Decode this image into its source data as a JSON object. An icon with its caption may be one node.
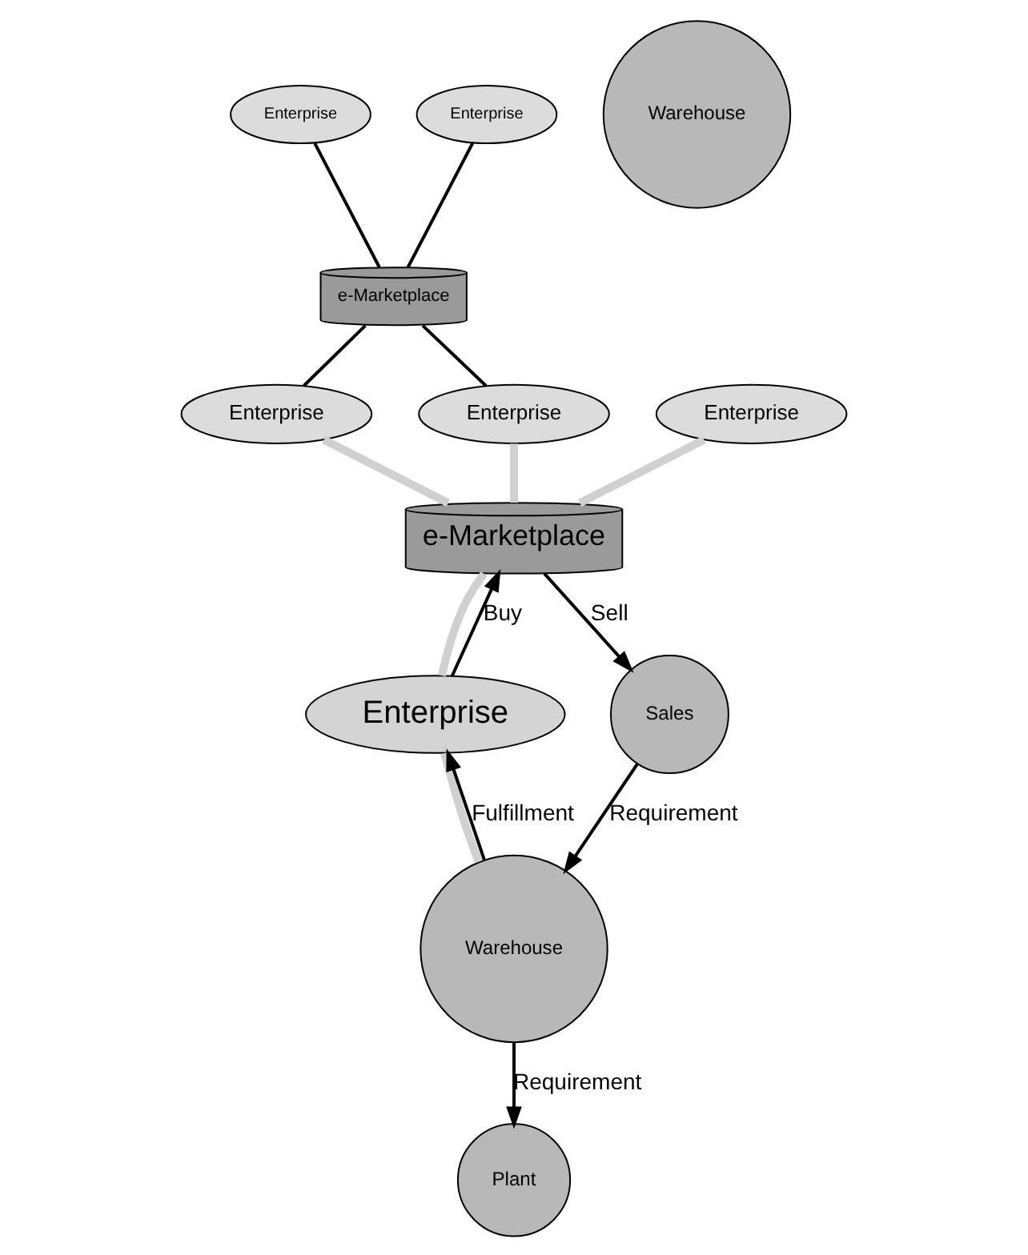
{
  "diagram": {
    "nodes": [
      {
        "text": [
          "Enterprise"
        ]
      },
      {
        "text": [
          "Enterprise"
        ]
      },
      {
        "text": [
          "e-Marketplace"
        ]
      },
      {
        "text": [
          "Enterprise"
        ]
      },
      {
        "text": [
          "Enterprise"
        ]
      },
      {
        "text": [
          "e-Marketplace"
        ]
      },
      {
        "text": [
          "Enterprise"
        ]
      },
      {
        "text": [
          "Enterprise"
        ]
      },
      {
        "text": [
          "Sales"
        ]
      },
      {
        "text": [
          "Warehouse"
        ]
      },
      {
        "text": [
          "Plant"
        ]
      },
      {
        "text": [
          "Warehouse"
        ]
      }
    ],
    "edges": [
      {
        "from": 0,
        "to": 2,
        "arrow": "none"
      },
      {
        "from": 1,
        "to": 2,
        "arrow": "none"
      },
      {
        "from": 2,
        "to": 4,
        "arrow": "none"
      },
      {
        "from": 2,
        "to": 3,
        "arrow": "none"
      },
      {
        "from": 3,
        "to": 5,
        "arrow": "none",
        "style": "thick",
        "color": "#d0d0d0"
      },
      {
        "from": 4,
        "to": 5,
        "arrow": "none",
        "style": "thick",
        "color": "#d0d0d0"
      },
      {
        "from": 6,
        "to": 5,
        "arrow": "none",
        "style": "thick",
        "color": "#d0d0d0"
      },
      {
        "from": 5,
        "to": 7,
        "arrow": "none",
        "style": "thick",
        "color": "#d0d0d0"
      },
      {
        "from": 5,
        "to": 8,
        "arrow": "to",
        "label": "Sell"
      },
      {
        "from": 7,
        "to": 5,
        "arrow": "to",
        "label": "Buy"
      },
      {
        "from": 8,
        "to": 11,
        "arrow": "to",
        "label": "Requirement"
      },
      {
        "from": 11,
        "to": 7,
        "arrow": "to",
        "label": "Fulfillment"
      },
      {
        "from": 11,
        "to": 10,
        "arrow": "to",
        "label": "Requirement"
      },
      {
        "from": 7,
        "to": 11,
        "arrow": "none",
        "style": "thick",
        "color": "#d0d0d0"
      }
    ]
  }
}
